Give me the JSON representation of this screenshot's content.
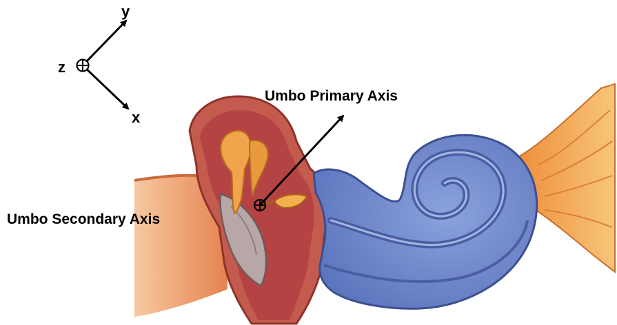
{
  "coordinate_system": {
    "x_label": "x",
    "y_label": "y",
    "z_label": "z"
  },
  "labels": {
    "primary_axis": "Umbo Primary Axis",
    "secondary_axis": "Umbo Secondary Axis"
  },
  "colors": {
    "ear_canal": "#e9905a",
    "middle_ear": "#b84a4a",
    "ossicles": "#f0a14a",
    "eardrum": "#b8a8a8",
    "cochlea": "#6c86c9",
    "cochlea_dark": "#4f66ad",
    "nerve": "#f0a648",
    "axis_stroke": "#000000"
  }
}
